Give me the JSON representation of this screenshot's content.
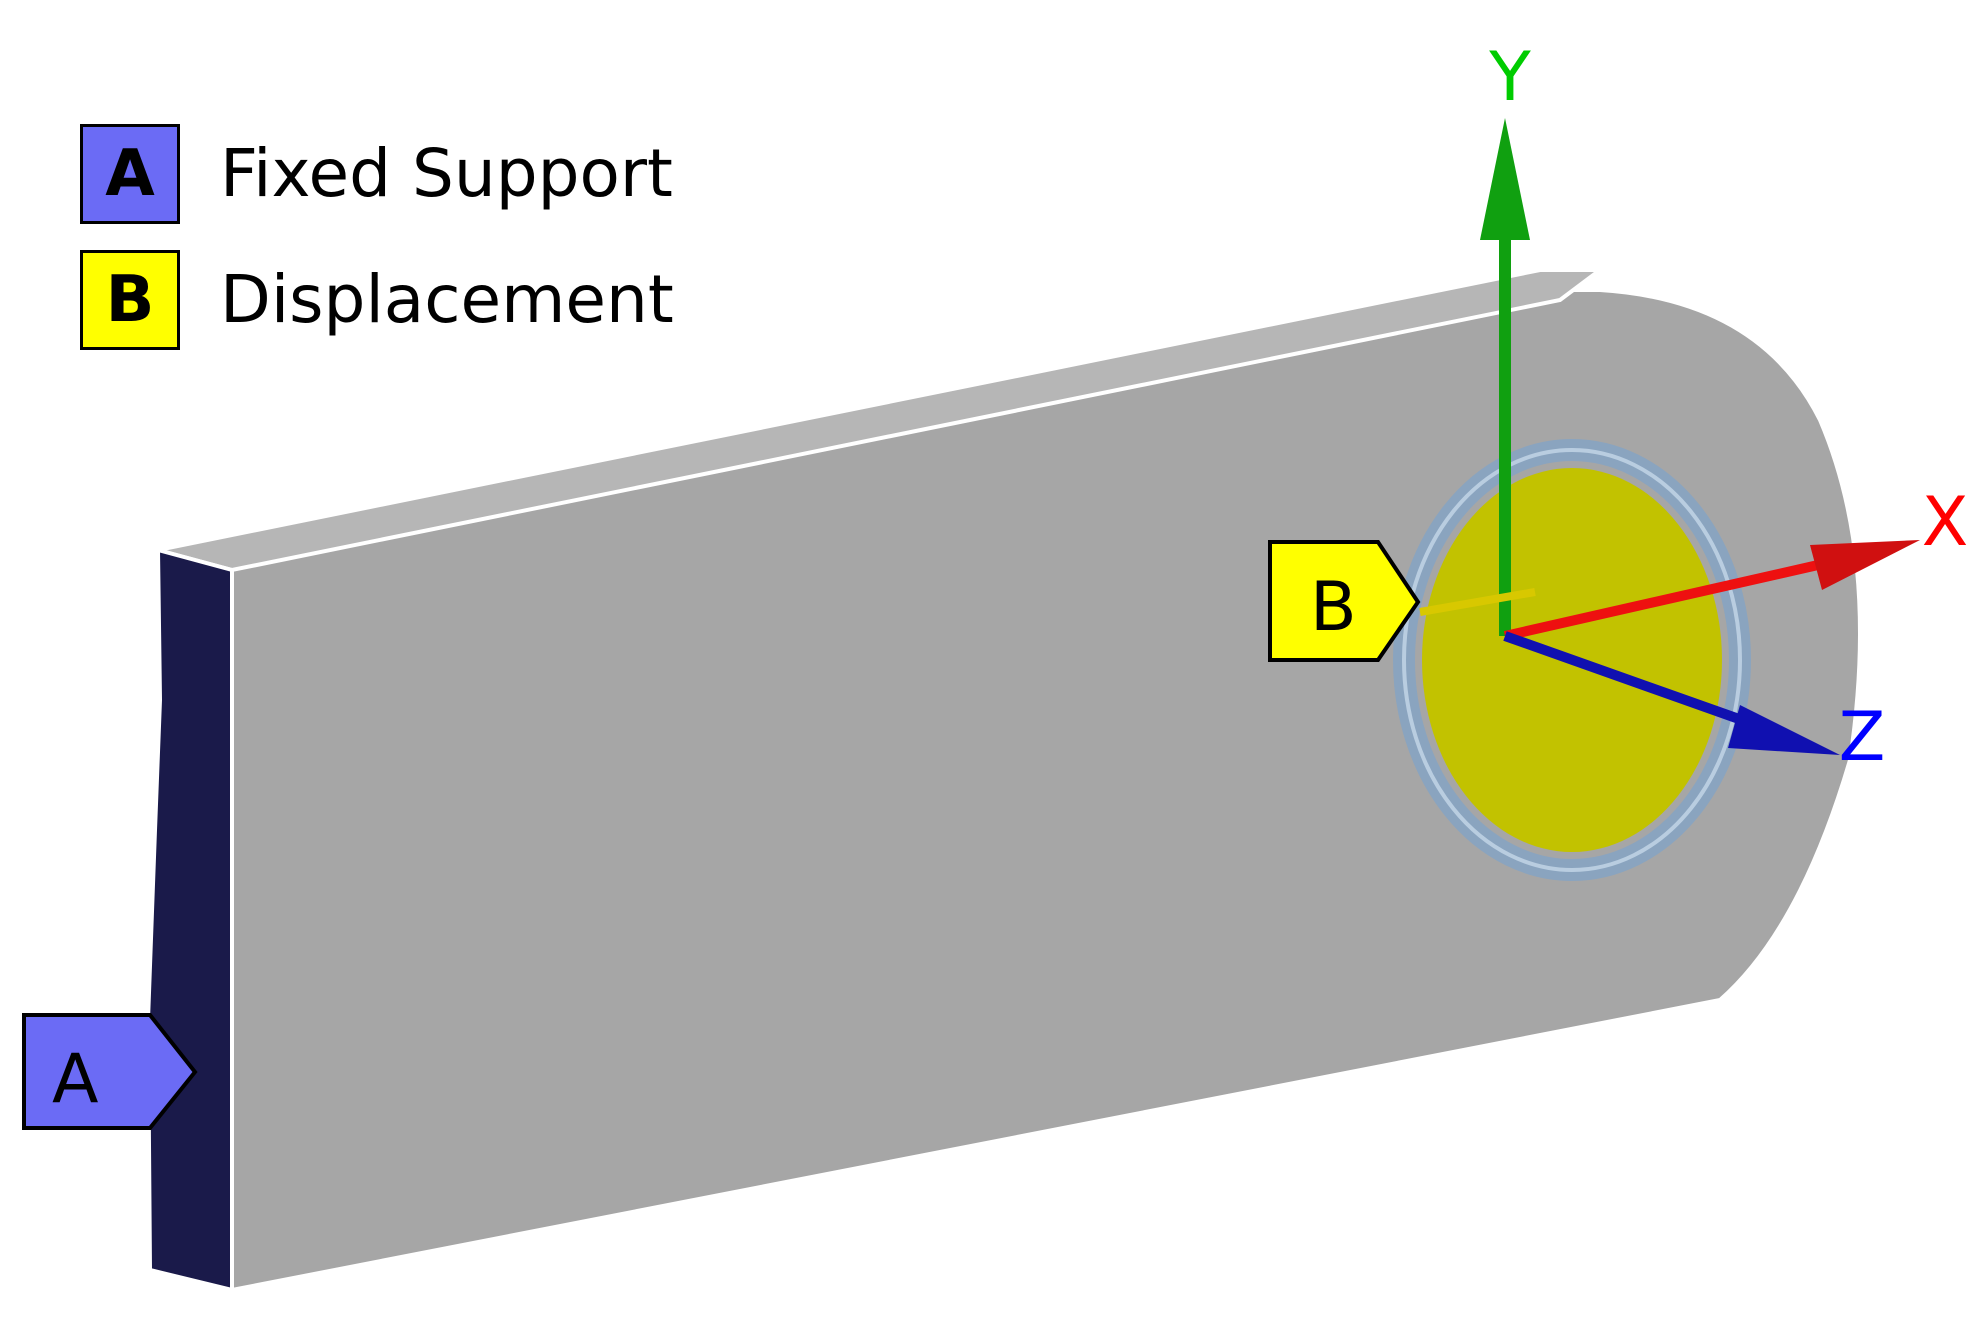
{
  "legend": [
    {
      "key": "A",
      "label": "Fixed Support",
      "color": "#6b6bf5"
    },
    {
      "key": "B",
      "label": "Displacement",
      "color": "#ffff00"
    }
  ],
  "axes": {
    "x": {
      "label": "X",
      "color": "#ff0000"
    },
    "y": {
      "label": "Y",
      "color": "#00cc00"
    },
    "z": {
      "label": "Z",
      "color": "#0000ff"
    }
  },
  "flags": {
    "a": {
      "label": "A",
      "color": "#6b6bf5"
    },
    "b": {
      "label": "B",
      "color": "#ffff00"
    }
  },
  "colors": {
    "body": "#a6a6a6",
    "body_top": "#b8b8b8",
    "fixed_face": "#1a1a4a",
    "hole_fill": "#c2c200",
    "hole_ring": "#8aa4bf"
  }
}
